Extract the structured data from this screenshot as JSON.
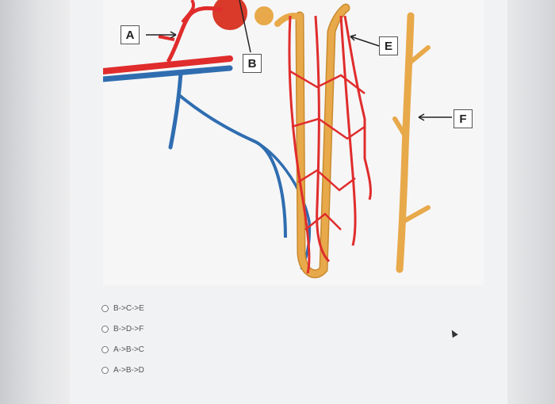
{
  "diagram": {
    "labels": {
      "A": "A",
      "B": "B",
      "E": "E",
      "F": "F"
    },
    "colors": {
      "artery": "#e02c2c",
      "vein": "#2f6db0",
      "tubule": "#e8a94a",
      "tubule_edge": "#c98a2f"
    }
  },
  "question": {
    "options": [
      "B->C->E",
      "B->D->F",
      "A->B->C",
      "A->B->D"
    ]
  }
}
